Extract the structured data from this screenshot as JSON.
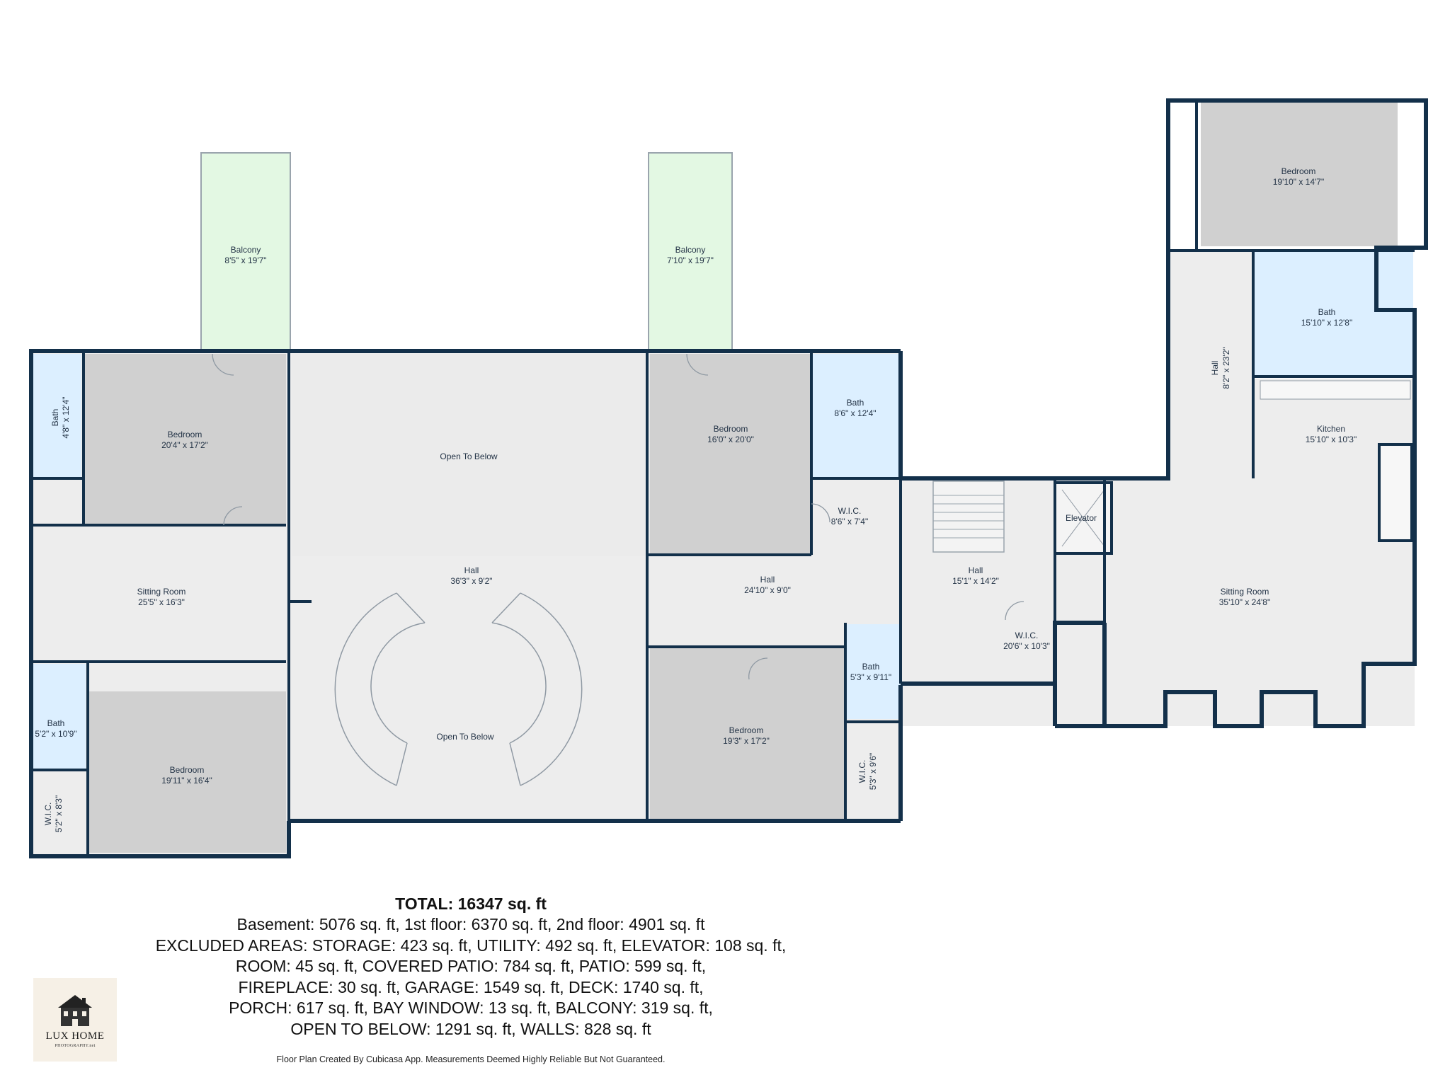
{
  "rooms": {
    "balcony_1": {
      "name": "Balcony",
      "dim": "8'5\" x 19'7\""
    },
    "balcony_2": {
      "name": "Balcony",
      "dim": "7'10\" x 19'7\""
    },
    "bedroom_ne": {
      "name": "Bedroom",
      "dim": "19'10\" x 14'7\""
    },
    "bath_ne": {
      "name": "Bath",
      "dim": "15'10\" x 12'8\""
    },
    "hall_vertical": {
      "name": "Hall",
      "dim": "8'2\" x 23'2\""
    },
    "kitchen": {
      "name": "Kitchen",
      "dim": "15'10\" x 10'3\""
    },
    "bath_nw": {
      "name": "Bath",
      "dim": "4'8\" x 12'4\""
    },
    "bedroom_nw": {
      "name": "Bedroom",
      "dim": "20'4\" x 17'2\""
    },
    "open_to_below_1": {
      "name": "Open To Below",
      "dim": ""
    },
    "bedroom_n_center": {
      "name": "Bedroom",
      "dim": "16'0\" x 20'0\""
    },
    "bath_n_center": {
      "name": "Bath",
      "dim": "8'6\" x 12'4\""
    },
    "wic_n_center": {
      "name": "W.I.C.",
      "dim": "8'6\" x 7'4\""
    },
    "elevator": {
      "name": "Elevator",
      "dim": ""
    },
    "sitting_room_w": {
      "name": "Sitting Room",
      "dim": "25'5\" x 16'3\""
    },
    "hall_main": {
      "name": "Hall",
      "dim": "36'3\" x 9'2\""
    },
    "hall_center": {
      "name": "Hall",
      "dim": "24'10\" x 9'0\""
    },
    "hall_east": {
      "name": "Hall",
      "dim": "15'1\" x 14'2\""
    },
    "sitting_room_e": {
      "name": "Sitting Room",
      "dim": "35'10\" x 24'8\""
    },
    "wic_east": {
      "name": "W.I.C.",
      "dim": "20'6\" x 10'3\""
    },
    "bath_sw": {
      "name": "Bath",
      "dim": "5'2\" x 10'9\""
    },
    "bedroom_sw": {
      "name": "Bedroom",
      "dim": "19'11\" x 16'4\""
    },
    "wic_sw": {
      "name": "W.I.C.",
      "dim": "5'2\" x 8'3\""
    },
    "open_to_below_2": {
      "name": "Open To Below",
      "dim": ""
    },
    "bedroom_s_center": {
      "name": "Bedroom",
      "dim": "19'3\" x 17'2\""
    },
    "bath_s_center": {
      "name": "Bath",
      "dim": "5'3\" x 9'11\""
    },
    "wic_s_center": {
      "name": "W.I.C.",
      "dim": "5'3\" x 9'6\""
    }
  },
  "summary": {
    "total": "TOTAL: 16347 sq. ft",
    "lines": [
      "Basement: 5076 sq. ft, 1st floor: 6370 sq. ft, 2nd floor: 4901 sq. ft",
      "EXCLUDED AREAS: STORAGE: 423 sq. ft, UTILITY: 492 sq. ft, ELEVATOR: 108 sq. ft,",
      "ROOM: 45 sq. ft, COVERED PATIO: 784 sq. ft, PATIO: 599 sq. ft,",
      "FIREPLACE: 30 sq. ft, GARAGE: 1549 sq. ft, DECK: 1740 sq. ft,",
      "PORCH: 617 sq. ft, BAY WINDOW: 13 sq. ft, BALCONY: 319 sq. ft,",
      "OPEN TO BELOW: 1291 sq. ft, WALLS: 828 sq. ft"
    ]
  },
  "footer": "Floor Plan Created By Cubicasa App. Measurements Deemed Highly Reliable But Not Guaranteed.",
  "logo": {
    "brand": "LUX HOME",
    "sub": "PHOTOGRAPHY.net"
  },
  "colors": {
    "wall": "#13304a",
    "bedroom": "#d0d0d0",
    "common": "#ededed",
    "bath": "#dcefff",
    "balcony": "#e3f8e3"
  }
}
